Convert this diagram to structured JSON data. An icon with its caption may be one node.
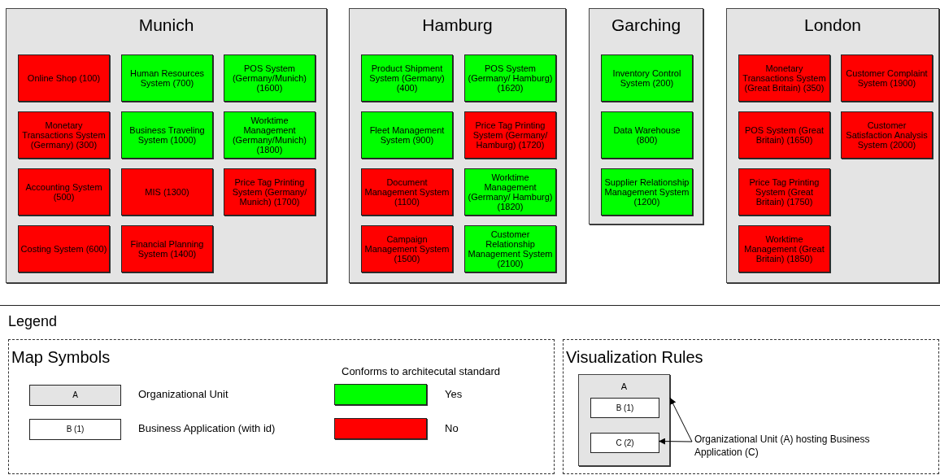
{
  "diagram": {
    "nodes": [
      {
        "text": [
          "Munich"
        ]
      },
      {
        "text": [
          "Online Shop (100)"
        ],
        "in": 0
      },
      {
        "text": [
          "Human Resources System (700)"
        ],
        "in": 0
      },
      {
        "text": [
          "POS System (Germany/Munich) (1600)"
        ],
        "in": 0
      },
      {
        "text": [
          "Monetary Transactions System (Germany) (300)"
        ],
        "in": 0
      },
      {
        "text": [
          "Business Traveling System (1000)"
        ],
        "in": 0
      },
      {
        "text": [
          "Worktime Management (Germany/Munich) (1800)"
        ],
        "in": 0
      },
      {
        "text": [
          "Accounting System (500)"
        ],
        "in": 0
      },
      {
        "text": [
          "MIS (1300)"
        ],
        "in": 0
      },
      {
        "text": [
          "Price Tag Printing System (Germany/ Munich) (1700)"
        ],
        "in": 0
      },
      {
        "text": [
          "Costing System (600)"
        ],
        "in": 0
      },
      {
        "text": [
          "Financial Planning System (1400)"
        ],
        "in": 0
      },
      {
        "text": [
          "Hamburg"
        ]
      },
      {
        "text": [
          "Product Shipment System (Germany) (400)"
        ],
        "in": 12
      },
      {
        "text": [
          "POS System (Germany/ Hamburg) (1620)"
        ],
        "in": 12
      },
      {
        "text": [
          "Fleet Management System (900)"
        ],
        "in": 12
      },
      {
        "text": [
          "Price Tag Printing System (Germany/ Hamburg) (1720)"
        ],
        "in": 12
      },
      {
        "text": [
          "Document Management System (1100)"
        ],
        "in": 12
      },
      {
        "text": [
          "Worktime Management (Germany/ Hamburg) (1820)"
        ],
        "in": 12
      },
      {
        "text": [
          "Campaign Management System (1500)"
        ],
        "in": 12
      },
      {
        "text": [
          "Customer Relationship Management System (2100)"
        ],
        "in": 12
      },
      {
        "text": [
          "Garching"
        ]
      },
      {
        "text": [
          "Inventory Control System (200)"
        ],
        "in": 21
      },
      {
        "text": [
          "Data Warehouse (800)"
        ],
        "in": 21
      },
      {
        "text": [
          "Supplier Relationship Management System (1200)"
        ],
        "in": 21
      },
      {
        "text": [
          "London"
        ]
      },
      {
        "text": [
          "Monetary Transactions System (Great Britain) (350)"
        ],
        "in": 25
      },
      {
        "text": [
          "Customer Complaint System (1900)"
        ],
        "in": 25
      },
      {
        "text": [
          "POS System (Great Britain) (1650)"
        ],
        "in": 25
      },
      {
        "text": [
          "Customer Satisfaction Analysis System (2000)"
        ],
        "in": 25
      },
      {
        "text": [
          "Price Tag Printing System (Great Britain) (1750)"
        ],
        "in": 25
      },
      {
        "text": [
          "Worktime Management (Great Britain) (1850)"
        ],
        "in": 25
      },
      {
        "text": [
          "Map Symbols"
        ]
      },
      {
        "text": [
          "A"
        ],
        "in": 32
      },
      {
        "text": [
          "B (1)"
        ],
        "in": 32
      },
      {
        "text": [
          "Visualization Rules"
        ]
      },
      {
        "text": [
          "A"
        ],
        "in": 35
      },
      {
        "text": [
          "B (1)"
        ],
        "in": 36
      },
      {
        "text": [
          "C (2)"
        ],
        "in": 36
      },
      {
        "text": [
          "Organizational Unit (A) hosting Business Application (C)"
        ],
        "in": 35
      }
    ],
    "edges": [
      {
        "from": 39,
        "to": 36,
        "arrow": "to"
      },
      {
        "from": 39,
        "to": 38,
        "arrow": "to"
      }
    ],
    "labels": [
      "Legend",
      "Organizational Unit",
      "Business Application (with id)",
      "Conforms to architecutal standard"
    ],
    "legend": [
      {
        "text": "Yes",
        "color": "#00ff00"
      },
      {
        "text": "No",
        "color": "#ff0000"
      }
    ]
  }
}
